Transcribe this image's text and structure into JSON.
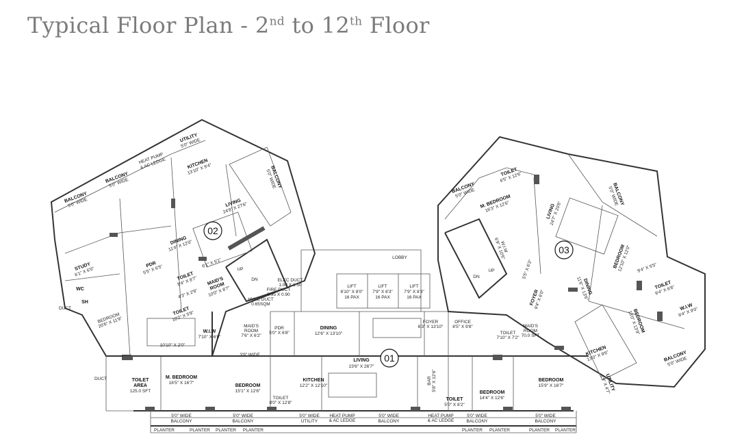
{
  "title": {
    "prefix": "Typical Floor Plan - 2",
    "sup1": "nd",
    "middle": " to 12",
    "sup2": "th",
    "suffix": " Floor"
  },
  "units": {
    "u01": "01",
    "u02": "02",
    "u03": "03"
  },
  "labels": {
    "lobby": "LOBBY",
    "lift1": [
      "LIFT",
      "6'10\" X 8'0\"",
      "16 PAX"
    ],
    "lift2": [
      "LIFT",
      "7'9\" X 8'3\"",
      "16 PAX"
    ],
    "lift3": [
      "LIFT",
      "7'9\" X 8'3\"",
      "16 PAX"
    ],
    "elec_duct": [
      "ELEC DUCT",
      "1.00 X 1.50"
    ],
    "fire_duct": [
      "FIRE DUCT",
      "0.95 X 0.90"
    ],
    "hvac_duct": [
      "HVAC DUCT",
      "0.65SQM"
    ],
    "dining_01": [
      "DINING",
      "12'6\" X 13'10\""
    ],
    "foyer_01": [
      "FOYER",
      "6'3\" X 13'10\""
    ],
    "office_01": [
      "OFFICE",
      "8'5\" X 9'8\""
    ],
    "living_01": [
      "LIVING",
      "23'6\" X 26'7\""
    ],
    "kitchen_01": [
      "KITCHEN",
      "12'2\" X 12'10\""
    ],
    "mbed_01": [
      "M. BEDROOM",
      "16'5\" X 16'7\""
    ],
    "bed_01a": [
      "BEDROOM",
      "15'1\" X 12'6\""
    ],
    "bed_01b": [
      "BEDROOM",
      "14'4\" X 12'6\""
    ],
    "bed_01c": [
      "BEDROOM",
      "15'9\" X 16'7\""
    ],
    "toilet_area": [
      "TOILET",
      "AREA",
      "125.0 SFT"
    ],
    "toilet_01a": [
      "TOILET",
      "8'0\" X 12'8\""
    ],
    "toilet_01b": [
      "TOILET",
      "5'0\" X 8'2\""
    ],
    "toilet_01c": [
      "TOILET",
      "7'10\" X 7'2\""
    ],
    "maids_01a": [
      "MAID'S",
      "ROOM",
      "7'6\" X 6'2\""
    ],
    "maids_01b": [
      "MAID'S",
      "ROOM",
      "70.0 SFT"
    ],
    "wiw_01": [
      "W.I.W",
      "7'10\" X 6'0\""
    ],
    "pdr_01": [
      "PDR",
      "5'0\" X 6'8\""
    ],
    "bar_01": [
      "BAR",
      "5'8\" X 12'6\""
    ],
    "wide_39": "3'9\" WIDE",
    "wide_1010": "10'10\" X 2'0\"",
    "duct": "DUCT",
    "balcony_b1": [
      "5'0\" WIDE",
      "BALCONY"
    ],
    "balcony_b2": [
      "5'0\" WIDE",
      "BALCONY"
    ],
    "utility_b3": [
      "5'0\" WIDE",
      "UTILITY"
    ],
    "heatpump_b4": [
      "HEAT PUMP",
      "& AC LEDGE"
    ],
    "balcony_b5": [
      "5'0\" WIDE",
      "BALCONY"
    ],
    "heatpump_b6": [
      "HEAT PUMP",
      "& AC LEDGE"
    ],
    "balcony_b7": [
      "5'0\" WIDE",
      "BALCONY"
    ],
    "balcony_b8": [
      "5'0\" WIDE",
      "BALCONY"
    ],
    "planter": "PLANTER",
    "kitchen_02": [
      "KITCHEN",
      "13'10\" X 9'4\""
    ],
    "living_02": [
      "LIVING",
      "24'8\" X 27'6\""
    ],
    "dining_02": [
      "DINING",
      "11'4\" X 12'0\""
    ],
    "utility_02": [
      "UTILITY",
      "5'0\" WIDE"
    ],
    "heatpump_02": [
      "HEAT PUMP",
      "& AC LEDGE"
    ],
    "balcony_02a": [
      "BALCONY",
      "5'0\" WIDE"
    ],
    "balcony_02b": [
      "BALCONY",
      "5'0\" WIDE"
    ],
    "balcony_02c": [
      "BALCONY",
      "5'0\" WIDE"
    ],
    "study_02": [
      "STUDY",
      "6'1\" X 6'0\""
    ],
    "toilet_02a": [
      "TOILET",
      "8'4\" X 8'7\""
    ],
    "toilet_02b": [
      "TOILET",
      "10'2\" X 5'9\""
    ],
    "maids_02": [
      "MAID'S",
      "ROOM",
      "10'0\" X 8'7\""
    ],
    "pdr_02": [
      "PDR",
      "5'5\" X 6'5\""
    ],
    "bedroom_02": [
      "BEDROOM",
      "20'6\" X 11'9\""
    ],
    "dim_02": "6'1\" X 5'1\"",
    "dim_02b": "4'3\" X 2'9\"",
    "wc": "WC",
    "sh": "SH",
    "up": "UP",
    "dn": "DN",
    "living_03": [
      "LIVING",
      "24'7\" X 20'6\""
    ],
    "mbed_03": [
      "M. BEDROOM",
      "16'3\" X 12'6\""
    ],
    "bed_03a": [
      "BEDROOM",
      "12'10\" X 12'0\""
    ],
    "bed_03b": [
      "BEDROOM",
      "13'0\" X 13'9\""
    ],
    "dining_03": [
      "DINING",
      "11'6\" X 13'6\""
    ],
    "foyer_03": [
      "FOYER",
      "9'4\" X 6'0\""
    ],
    "kitchen_03": [
      "KITCHEN",
      "13'0\" X 9'6\""
    ],
    "toilet_03a": [
      "TOILET",
      "6'5\" X 12'6\""
    ],
    "toilet_03b": [
      "TOILET",
      "9'4\" X 6'8\""
    ],
    "utility_03": [
      "UTILITY",
      "6'9\" X 4'7\""
    ],
    "balcony_03a": [
      "BALCONY",
      "5'0\" WIDE"
    ],
    "balcony_03b": [
      "BALCONY",
      "5'0\" WIDE"
    ],
    "balcony_03c": [
      "BALCONY",
      "5'0\" WIDE"
    ],
    "wiw_03": [
      "W.I.W",
      "9'4\" X 9'0\""
    ],
    "dim_03a": "5'5\" X 6'3\"",
    "dim_03b": "9'4\" X 5'5\"",
    "wiw_03b": [
      "W.I.W",
      "6'9\" X 10'6\""
    ]
  }
}
